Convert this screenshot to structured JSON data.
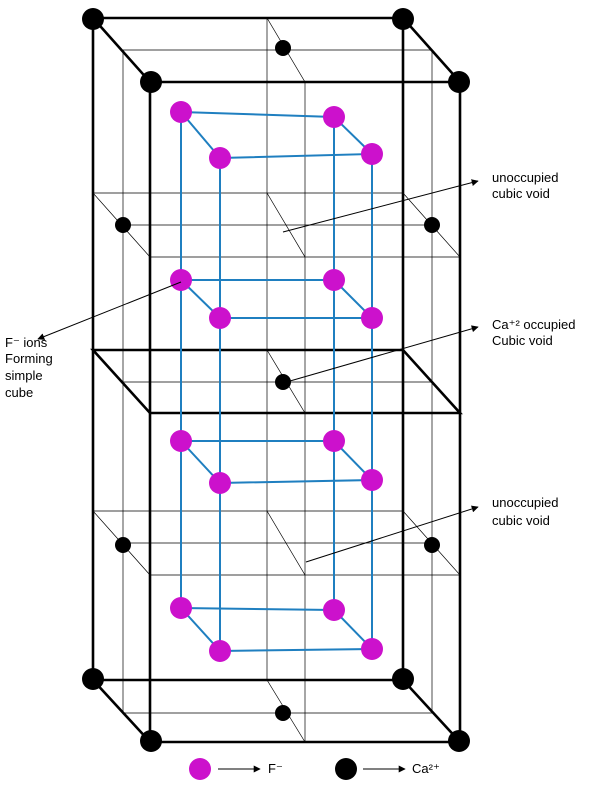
{
  "colors": {
    "fluoride": "#cc11cc",
    "calcium": "#000000",
    "bond": "#1f7fc0",
    "frame": "#000000",
    "grid": "#000000"
  },
  "annotations": {
    "void_top": [
      "unoccupied",
      "cubic void"
    ],
    "ca_void": [
      "Ca⁺² occupied",
      "Cubic void"
    ],
    "void_bottom": [
      "unoccupied",
      "cubic void"
    ],
    "f_ions": [
      "F⁻ ions",
      "Forming",
      "simple",
      "cube"
    ]
  },
  "legend": {
    "fluoride_label": "F⁻",
    "calcium_label": "Ca²⁺"
  },
  "icons": {
    "fluoride": "magenta-circle-icon",
    "calcium": "black-circle-icon",
    "pointer": "arrow-icon"
  }
}
